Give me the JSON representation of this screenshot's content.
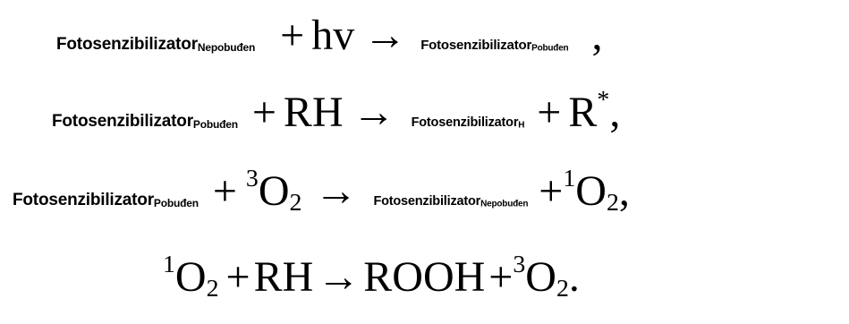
{
  "eq1": {
    "lhs_name": "Fotosenzibilizator",
    "lhs_sub": "Nepobuđen",
    "plus": "+",
    "reagent": "hv",
    "arrow": "→",
    "rhs_name": "Fotosenzibilizator",
    "rhs_sub": "Pobuđen",
    "end": ","
  },
  "eq2": {
    "lhs_name": "Fotosenzibilizator",
    "lhs_sub": "Pobuđen",
    "plus": "+",
    "reagent": "RH",
    "arrow": "→",
    "rhs_name": "Fotosenzibilizator",
    "rhs_sub": "H",
    "plus2": "+",
    "product": "R",
    "product_sup": "*",
    "end": ","
  },
  "eq3": {
    "lhs_name": "Fotosenzibilizator",
    "lhs_sub": "Pobuđen",
    "plus": "+",
    "reagent_sup": "3",
    "reagent": "O",
    "reagent_sub": "2",
    "arrow": "→",
    "rhs_name": "Fotosenzibilizator",
    "rhs_sub": "Nepobuđen",
    "plus2": "+",
    "product_sup": "1",
    "product": "O",
    "product_sub": "2",
    "end": ","
  },
  "eq4": {
    "a_sup": "1",
    "a": "O",
    "a_sub": "2",
    "plus": "+",
    "b": "RH",
    "arrow": "→",
    "c": "ROOH",
    "plus2": "+",
    "d_sup": "3",
    "d": "O",
    "d_sub": "2",
    "end": "."
  }
}
